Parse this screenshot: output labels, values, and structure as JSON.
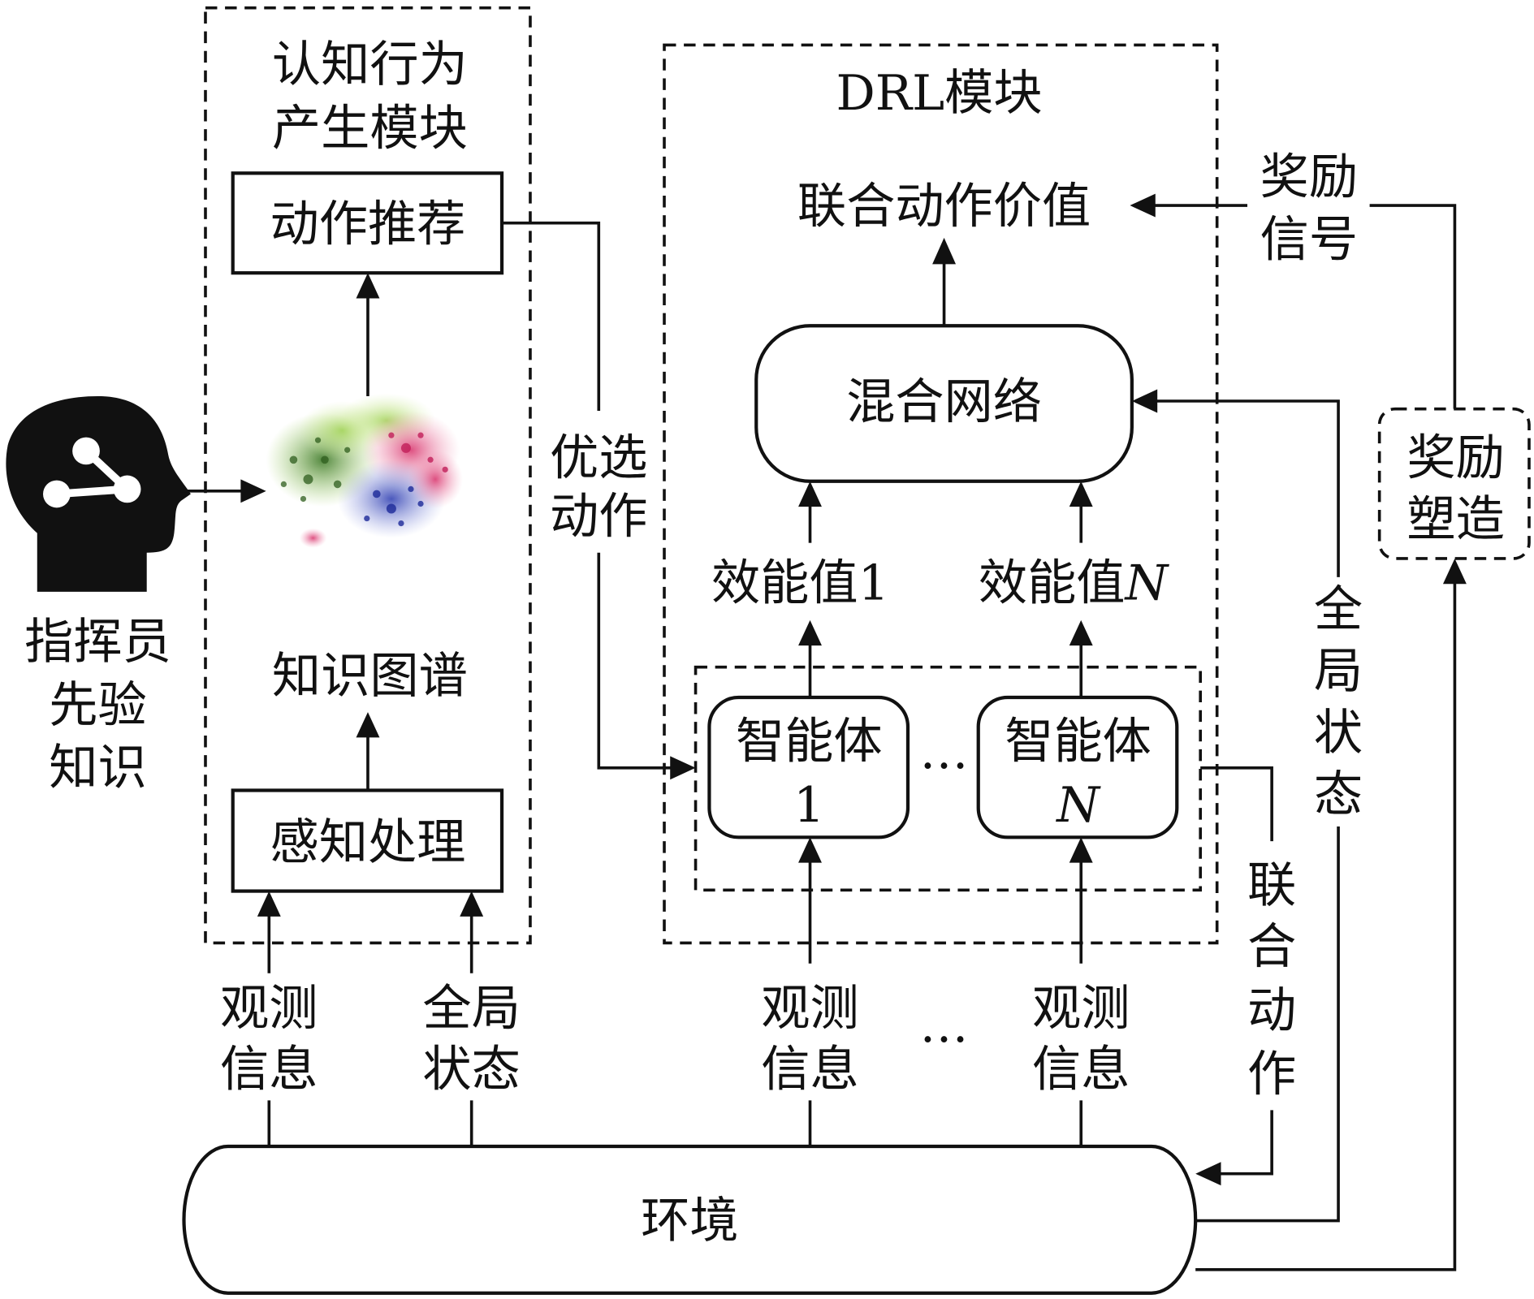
{
  "cognitive_module": {
    "title_line1": "认知行为",
    "title_line2": "产生模块",
    "action_recommend": "动作推荐",
    "knowledge_graph": "知识图谱",
    "perception": "感知处理"
  },
  "commander": {
    "line1": "指挥员",
    "line2": "先验",
    "line3": "知识"
  },
  "preferred_action": {
    "line1": "优选",
    "line2": "动作"
  },
  "drl_module": {
    "title": "DRL模块",
    "joint_value": "联合动作价值",
    "mixing_network": "混合网络",
    "utility_1": "效能值1",
    "utility_n_prefix": "效能值",
    "utility_n_suffix": "N",
    "agent_label": "智能体",
    "agent_1_index": "1",
    "agent_n_index": "N",
    "ellipsis": "…"
  },
  "reward": {
    "signal_line1": "奖励",
    "signal_line2": "信号",
    "shaping_line1": "奖励",
    "shaping_line2": "塑造"
  },
  "global_state_side": {
    "chars": [
      "全",
      "局",
      "状",
      "态"
    ]
  },
  "joint_action_side": {
    "chars": [
      "联",
      "合",
      "动",
      "作"
    ]
  },
  "inputs": {
    "obs_line1": "观测",
    "obs_line2": "信息",
    "global_line1": "全局",
    "global_line2": "状态",
    "ellipsis": "…"
  },
  "environment": {
    "label": "环境"
  }
}
